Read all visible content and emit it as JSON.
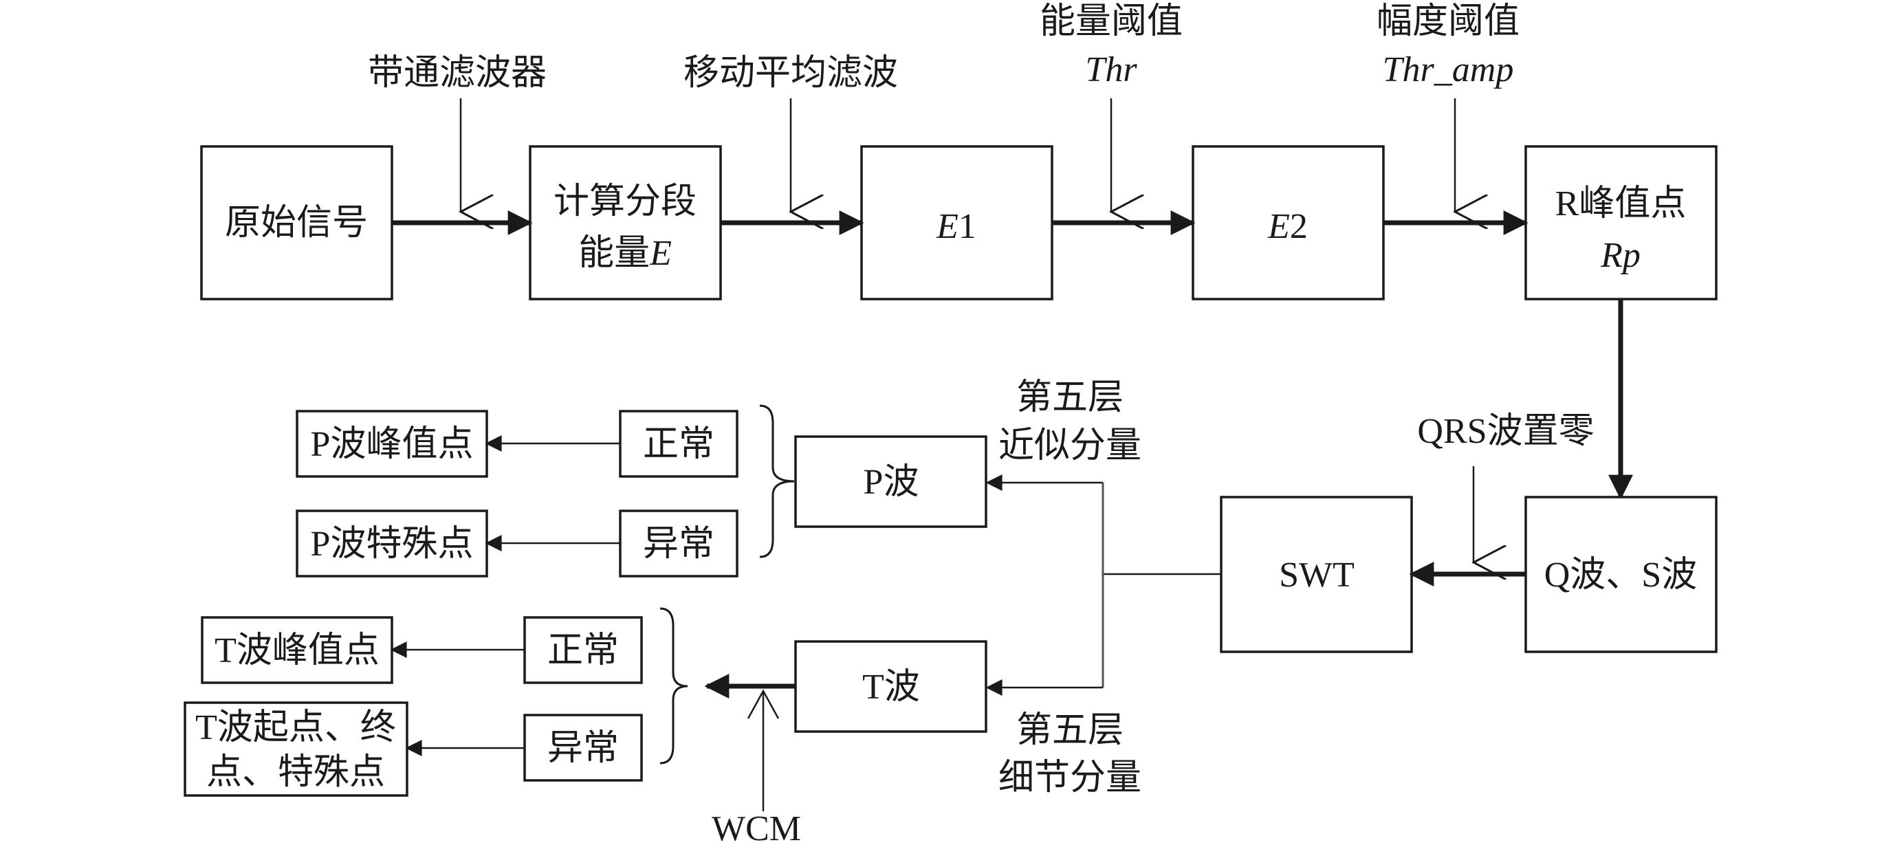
{
  "boxes": {
    "raw_signal": "原始信号",
    "segment_energy_line1": "计算分段",
    "segment_energy_line2": "能量",
    "segment_energy_var": "E",
    "e1_var": "E",
    "e1_num": "1",
    "e2_var": "E",
    "e2_num": "2",
    "r_peak_line1": "R峰值点",
    "r_peak_var": "Rp",
    "qs_wave": "Q波、S波",
    "swt": "SWT",
    "p_wave": "P波",
    "t_wave": "T波",
    "p_normal": "正常",
    "p_abnormal": "异常",
    "t_normal": "正常",
    "t_abnormal": "异常",
    "p_peak": "P波峰值点",
    "p_special": "P波特殊点",
    "t_peak": "T波峰值点",
    "t_points_line1": "T波起点、终",
    "t_points_line2": "点、特殊点"
  },
  "annotations": {
    "bandpass": "带通滤波器",
    "moving_avg": "移动平均滤波",
    "energy_threshold": "能量阈值",
    "energy_threshold_var": "Thr",
    "amp_threshold": "幅度阈值",
    "amp_threshold_var": "Thr_amp",
    "qrs_zero": "QRS波置零",
    "level5_approx_line1": "第五层",
    "level5_approx_line2": "近似分量",
    "level5_detail_line1": "第五层",
    "level5_detail_line2": "细节分量",
    "wcm": "WCM"
  }
}
